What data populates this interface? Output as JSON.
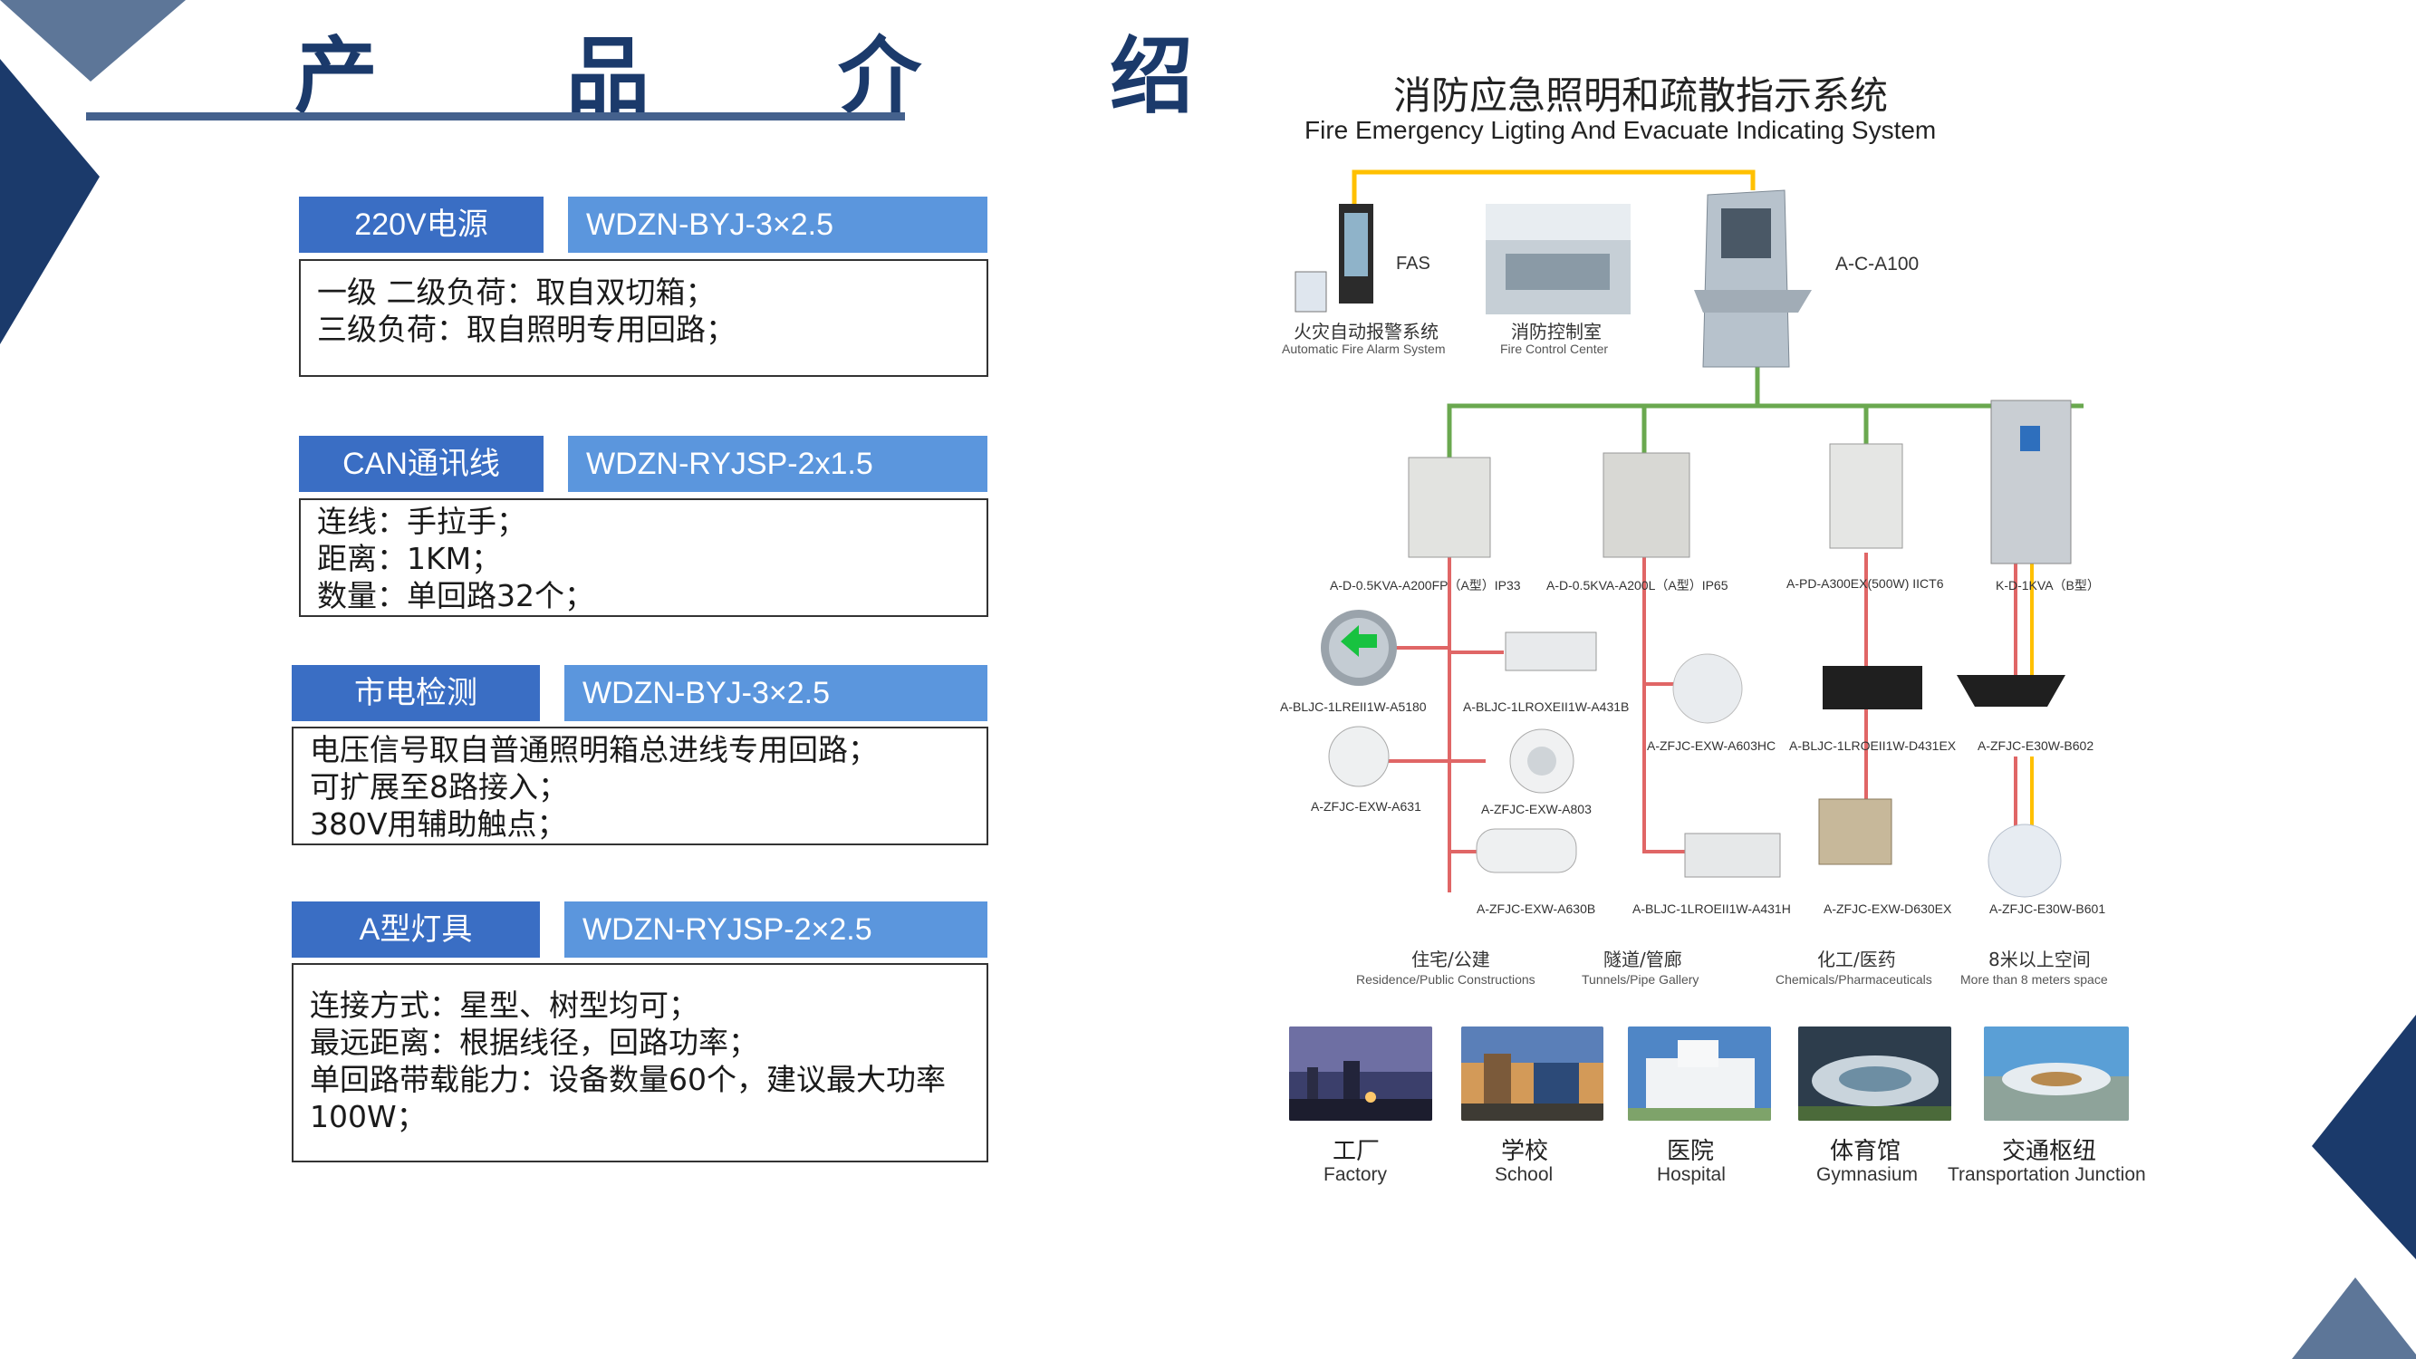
{
  "page": {
    "title": "产 品 介 绍",
    "colors": {
      "navy": "#1b3a6b",
      "tag_left": "#3a6ec4",
      "tag_right": "#5b96dd",
      "power_line": "#ffc000",
      "can_line": "#6aa84f",
      "lamp_line": "#e06666"
    }
  },
  "specs": [
    {
      "tag": "220V电源",
      "cable": "WDZN-BYJ-3×2.5",
      "lines": [
        "一级 二级负荷：取自双切箱；",
        "三级负荷：取自照明专用回路；"
      ]
    },
    {
      "tag": "CAN通讯线",
      "cable": "WDZN-RYJSP-2x1.5",
      "lines": [
        "连线：手拉手；",
        "距离：1KM；",
        "数量：单回路32个；"
      ]
    },
    {
      "tag": "市电检测",
      "cable": "WDZN-BYJ-3×2.5",
      "lines": [
        "电压信号取自普通照明箱总进线专用回路；",
        "可扩展至8路接入；",
        "380V用辅助触点；"
      ]
    },
    {
      "tag": "A型灯具",
      "cable": "WDZN-RYJSP-2×2.5",
      "lines": [
        "连接方式：星型、树型均可；",
        "最远距离：根据线径，回路功率；",
        "单回路带载能力：设备数量60个，建议最大功率",
        "100W；"
      ]
    }
  ],
  "diagram": {
    "title_cn": "消防应急照明和疏散指示系统",
    "title_en": "Fire Emergency Ligting And Evacuate Indicating System",
    "top": {
      "fas_label": "FAS",
      "fas_cn": "火灾自动报警系统",
      "fas_en": "Automatic Fire Alarm System",
      "center_cn": "消防控制室",
      "center_en": "Fire Control Center",
      "host_label": "A-C-A100"
    },
    "cabinets": [
      "A-D-0.5KVA-A200FP（A型）IP33",
      "A-D-0.5KVA-A200L（A型）IP65",
      "A-PD-A300EX(500W) IICT6",
      "K-D-1KVA（B型）"
    ],
    "devices": [
      "A-BLJC-1LREII1W-A5180",
      "A-BLJC-1LROXEII1W-A431B",
      "A-ZFJC-EXW-A603HC",
      "A-BLJC-1LROEII1W-D431EX",
      "A-ZFJC-E30W-B602",
      "A-ZFJC-EXW-A631",
      "A-ZFJC-EXW-A803",
      "A-ZFJC-EXW-A630B",
      "A-BLJC-1LROEII1W-A431H",
      "A-ZFJC-EXW-D630EX",
      "A-ZFJC-E30W-B601"
    ],
    "zones": [
      {
        "cn": "住宅/公建",
        "en": "Residence/Public Constructions"
      },
      {
        "cn": "隧道/管廊",
        "en": "Tunnels/Pipe Gallery"
      },
      {
        "cn": "化工/医药",
        "en": "Chemicals/Pharmaceuticals"
      },
      {
        "cn": "8米以上空间",
        "en": "More than 8 meters space"
      }
    ],
    "applications": [
      {
        "cn": "工厂",
        "en": "Factory"
      },
      {
        "cn": "学校",
        "en": "School"
      },
      {
        "cn": "医院",
        "en": "Hospital"
      },
      {
        "cn": "体育馆",
        "en": "Gymnasium"
      },
      {
        "cn": "交通枢纽",
        "en": "Transportation Junction"
      }
    ]
  }
}
